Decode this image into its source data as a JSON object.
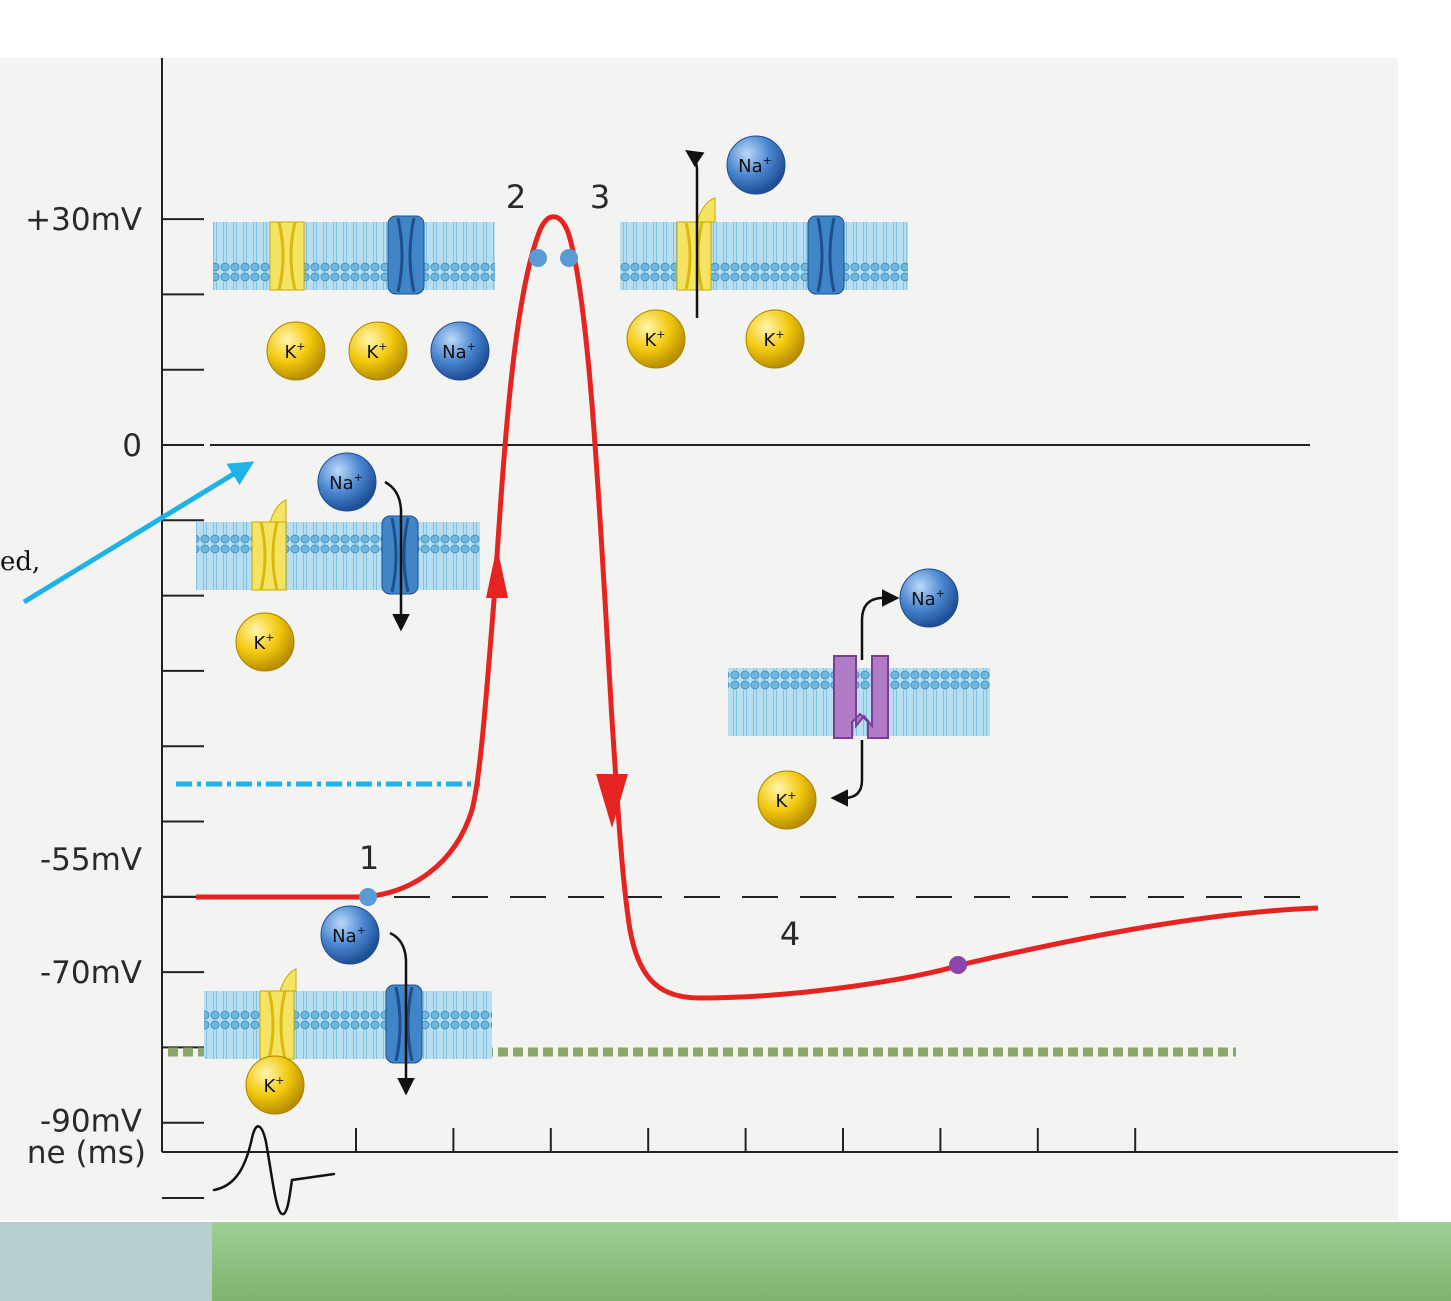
{
  "y_axis": {
    "ticks": [
      {
        "value": 30,
        "label": "+30mV"
      },
      {
        "value": 0,
        "label": "0"
      },
      {
        "value": -55,
        "label": "-55mV"
      },
      {
        "value": -70,
        "label": "-70mV"
      },
      {
        "value": -90,
        "label": "-90mV"
      }
    ]
  },
  "x_axis": {
    "label": "ne (ms)"
  },
  "phases": {
    "p1": "1",
    "p2": "2",
    "p3": "3",
    "p4": "4"
  },
  "ions": {
    "na": "Na",
    "k": "K",
    "charge": "+"
  },
  "side_note": "ed,",
  "colors": {
    "trace": "#e52421",
    "threshold": "#1fb2e6",
    "hyperpolarization": "#8aa86a",
    "sodium_ion": "#3a78c9",
    "potassium_ion": "#f2c60c",
    "pump": "#9b59b6",
    "phase_marker": "#5b9bd5",
    "phase4_marker": "#8e44ad"
  }
}
